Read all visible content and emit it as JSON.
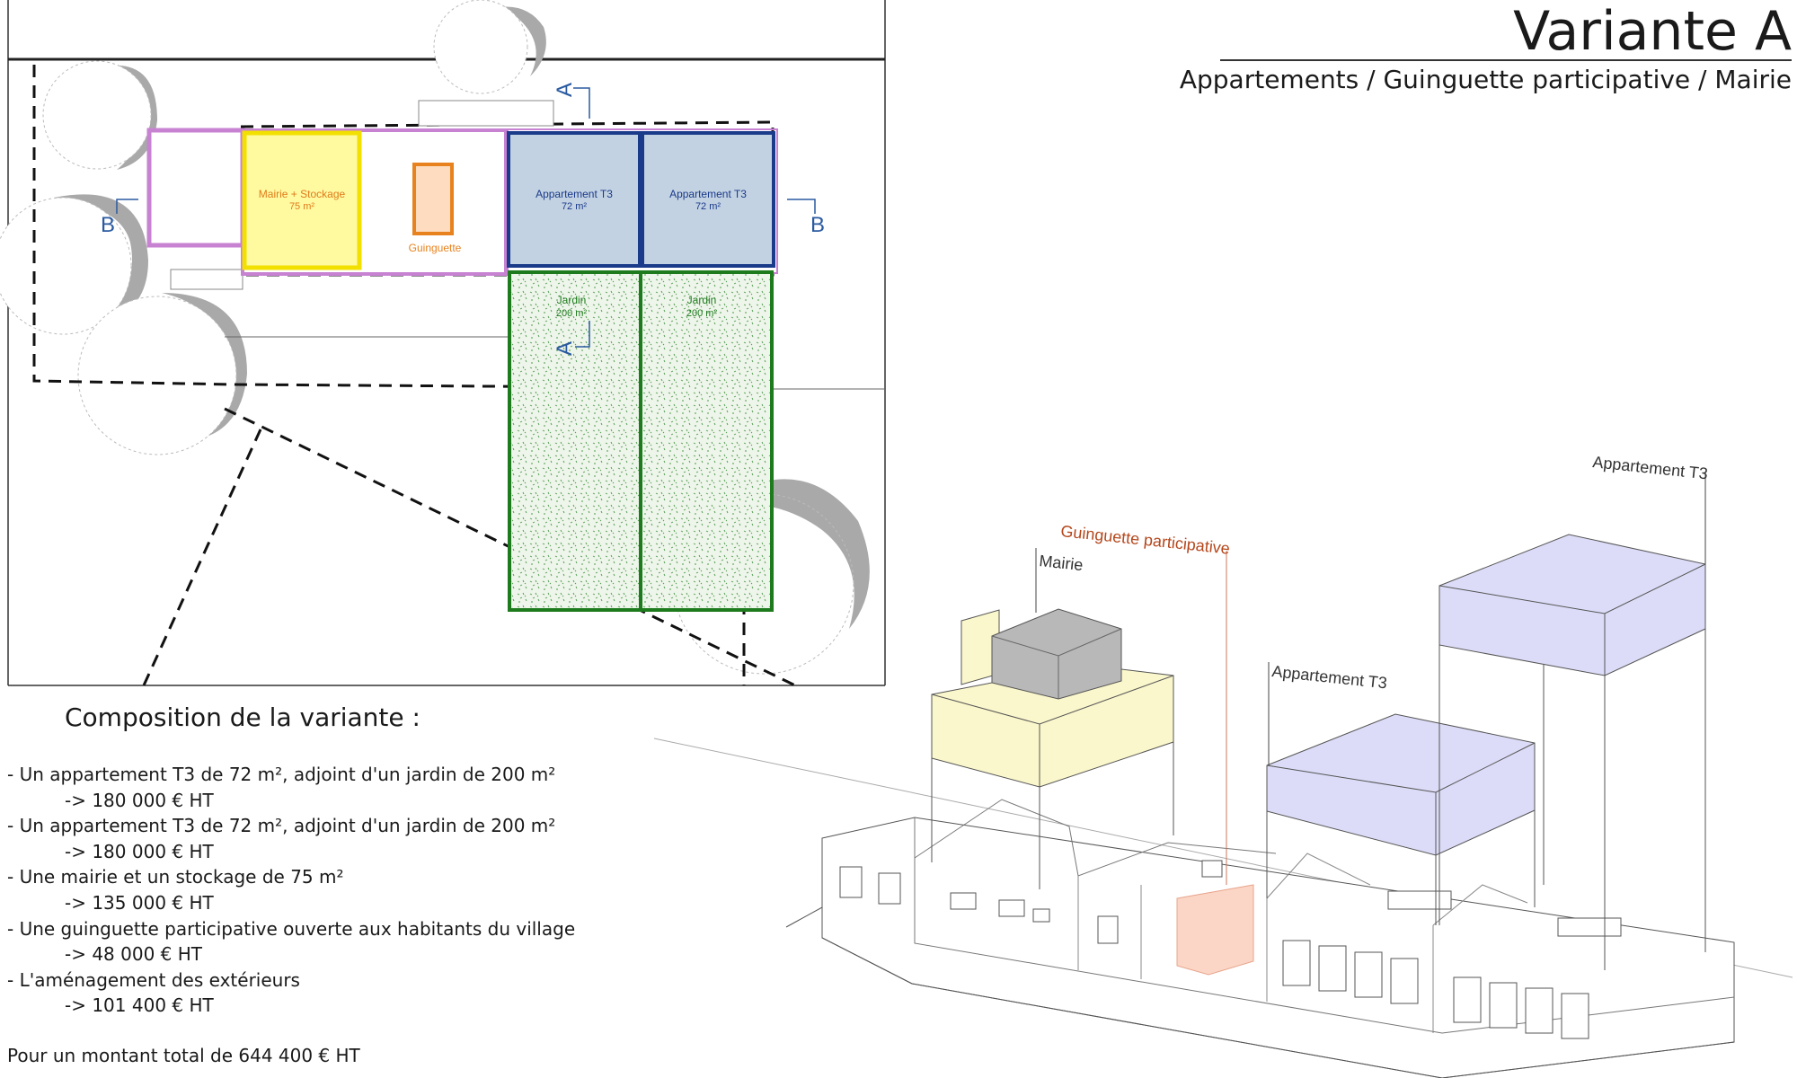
{
  "header": {
    "title": "Variante A",
    "subtitle": "Appartements / Guinguette participative / Mairie"
  },
  "plan": {
    "section_a_top": "A",
    "section_a_bottom": "A",
    "section_b_left": "B",
    "section_b_right": "B",
    "mairie_label": "Mairie + Stockage",
    "mairie_area": "75 m²",
    "guinguette_label": "Guinguette",
    "apt1_label": "Appartement T3",
    "apt1_area": "72 m²",
    "apt2_label": "Appartement T3",
    "apt2_area": "72 m²",
    "garden1_label": "Jardin",
    "garden1_area": "200 m²",
    "garden2_label": "Jardin",
    "garden2_area": "200 m²"
  },
  "axonometric": {
    "mairie": "Mairie",
    "guinguette": "Guinguette participative",
    "apt_front": "Appartement T3",
    "apt_back": "Appartement T3"
  },
  "composition": {
    "title": "Composition de la variante :",
    "items": [
      {
        "label": "- Un appartement T3 de 72 m², adjoint d'un jardin de 200 m²",
        "price": "-> 180 000 € HT"
      },
      {
        "label": "- Un appartement T3 de 72 m², adjoint d'un jardin de 200 m²",
        "price": "-> 180 000 € HT"
      },
      {
        "label": "- Une mairie et un stockage de 75 m²",
        "price": "-> 135 000 € HT"
      },
      {
        "label": "- Une guinguette participative ouverte aux habitants du village",
        "price": "-> 48 000 € HT"
      },
      {
        "label": "- L'aménagement des extérieurs",
        "price": "-> 101 400 € HT"
      }
    ],
    "total": "Pour un montant total de 644 400 € HT"
  },
  "colors": {
    "mairie_fill": "#fffaa0",
    "mairie_stroke": "#f2e000",
    "guinguette_orange": "#e8821e",
    "apt_fill": "#c3d2e2",
    "apt_stroke": "#1a3a8a",
    "garden_stroke": "#1d7a1d",
    "outline_purple": "#c882d2",
    "iso_apt_fill": "#dcdcf8",
    "iso_mairie_fill": "#fbf7cc",
    "iso_orange_label": "#b5471c"
  }
}
